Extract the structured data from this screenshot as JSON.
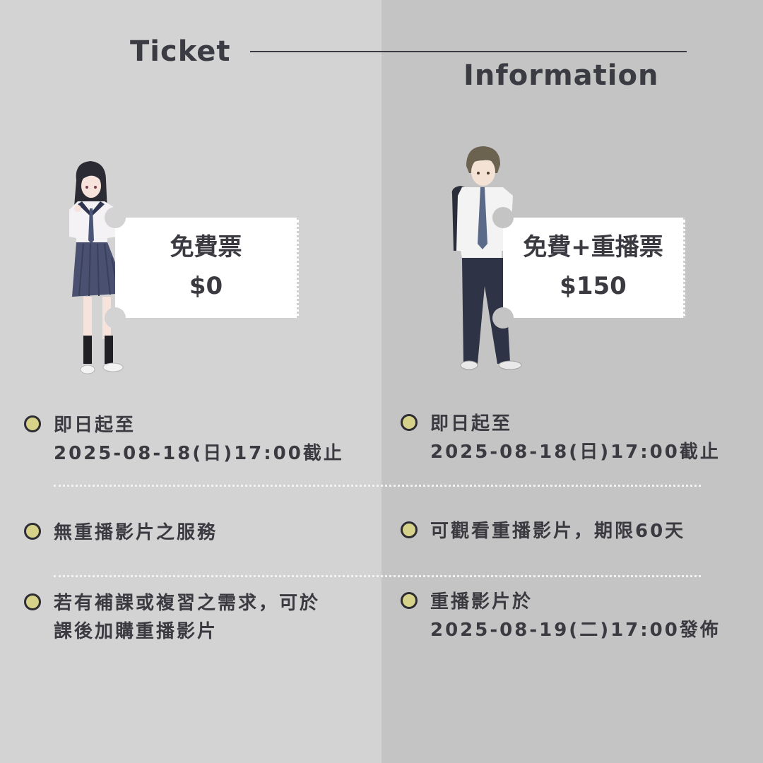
{
  "header": {
    "title_left": "Ticket",
    "title_right": "Information"
  },
  "tickets": [
    {
      "name": "免費票",
      "price": "$0"
    },
    {
      "name": "免費+重播票",
      "price": "$150"
    }
  ],
  "left_items": [
    "即日起至\n2025-08-18(日)17:00截止",
    "無重播影片之服務",
    "若有補課或複習之需求，可於\n課後加購重播影片"
  ],
  "right_items": [
    "即日起至\n2025-08-18(日)17:00截止",
    "可觀看重播影片，期限60天",
    "重播影片於\n2025-08-19(二)17:00發佈"
  ],
  "colors": {
    "left_bg": "#d3d3d3",
    "right_bg": "#c4c4c4",
    "bullet": "#d6d28a",
    "text": "#3a3a40"
  }
}
